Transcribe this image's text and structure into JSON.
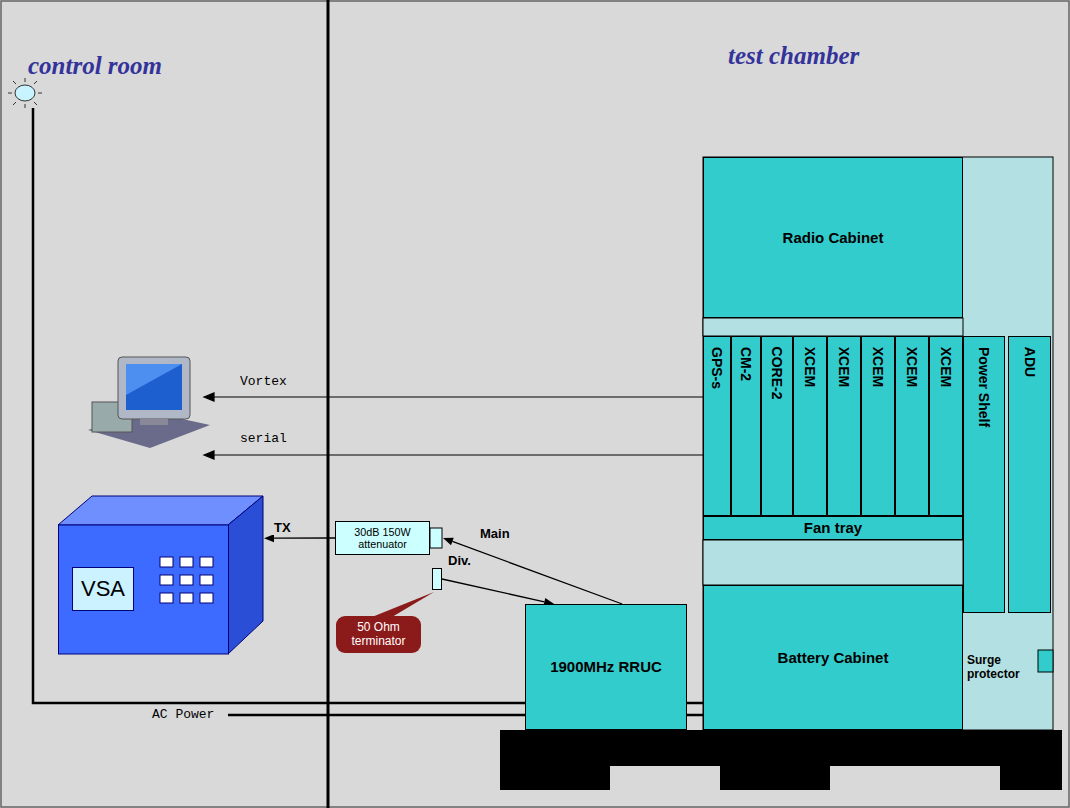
{
  "diagram": {
    "nodes": [
      {
        "text": [
          "control room"
        ]
      },
      {
        "text": [
          "VSA"
        ],
        "in": 0
      },
      {
        "text": [
          "test chamber"
        ]
      },
      {
        "text": [
          "Radio Cabinet"
        ],
        "in": 2
      },
      {
        "text": [
          "GPS-s"
        ],
        "in": 2
      },
      {
        "text": [
          "CM-2"
        ],
        "in": 2
      },
      {
        "text": [
          "CORE-2"
        ],
        "in": 2
      },
      {
        "text": [
          "XCEM"
        ],
        "in": 2
      },
      {
        "text": [
          "XCEM"
        ],
        "in": 2
      },
      {
        "text": [
          "XCEM"
        ],
        "in": 2
      },
      {
        "text": [
          "XCEM"
        ],
        "in": 2
      },
      {
        "text": [
          "XCEM"
        ],
        "in": 2
      },
      {
        "text": [
          "Power Shelf"
        ],
        "in": 2
      },
      {
        "text": [
          "ADU"
        ],
        "in": 2
      },
      {
        "text": [
          "Fan tray"
        ],
        "in": 2
      },
      {
        "text": [
          "30dB 150W attenuator"
        ],
        "in": 2
      },
      {
        "text": [
          "50 Ohm terminator"
        ],
        "in": 2
      },
      {
        "text": [
          "1900MHz RRUC"
        ],
        "in": 2
      },
      {
        "text": [
          "Battery Cabinet"
        ],
        "in": 2
      },
      {
        "text": [
          "Surge protector"
        ],
        "in": 2
      }
    ],
    "edges": [
      {
        "from": 15,
        "to": 1,
        "label": "TX",
        "arrow": "to"
      },
      {
        "from": 17,
        "to": 15,
        "label": "Main",
        "arrow": "to"
      },
      {
        "from": 16,
        "to": 17,
        "label": "Div.",
        "arrow": "to"
      }
    ],
    "labels": [
      "Vortex",
      "serial",
      "AC Power"
    ]
  }
}
